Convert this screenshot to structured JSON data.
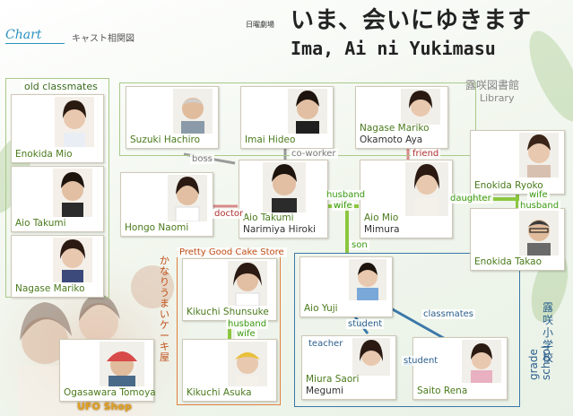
{
  "header": {
    "chart_label": "Chart",
    "chart_sub": "キャスト相関図",
    "jp_small": "日曜劇場",
    "jp_title": "いま、会いにゆきます",
    "romaji_title": "Ima, Ai ni Yukimasu"
  },
  "groups": {
    "old_classmates": "old classmates",
    "library_jp": "露咲図書館",
    "library_en": "Library",
    "cake_store": "Pretty Good Cake Store",
    "cake_store_jp": "かなりうまいケーキ屋",
    "school_en": "grade school",
    "school_jp": "露咲小学校",
    "ufo_shop": "UFO Shop"
  },
  "people": {
    "enokida_mio": "Enokida Mio",
    "aio_takumi_young": "Aio Takumi",
    "nagase_mariko_young": "Nagase Mariko",
    "suzuki_hachiro": "Suzuki Hachiro",
    "imai_hideo": "Imai Hideo",
    "nagase_mariko": "Nagase Mariko",
    "nagase_mariko_actor": "Okamoto Aya",
    "hongo_naomi": "Hongo Naomi",
    "aio_takumi": "Aio Takumi",
    "aio_takumi_actor": "Narimiya Hiroki",
    "aio_mio": "Aio Mio",
    "aio_mio_actor": "Mimura",
    "enokida_ryoko": "Enokida Ryoko",
    "enokida_takao": "Enokida Takao",
    "kikuchi_shunsuke": "Kikuchi Shunsuke",
    "kikuchi_asuka": "Kikuchi Asuka",
    "aio_yuji": "Aio Yuji",
    "miura_saori": "Miura Saori",
    "miura_saori_actor": "Megumi",
    "saito_rena": "Saito Rena",
    "ogasawara_tomoya": "Ogasawara Tomoya"
  },
  "relations": {
    "boss": "boss",
    "coworker": "co-worker",
    "friend": "friend",
    "doctor": "doctor",
    "husband": "husband",
    "wife": "wife",
    "daughter": "daughter",
    "wife2": "wife",
    "husband2": "husband",
    "son": "son",
    "husband3": "husband",
    "wife3": "wife",
    "student": "student",
    "classmates": "classmates",
    "teacher": "teacher",
    "student2": "student"
  },
  "colors": {
    "group_border_green": "#a9c98a",
    "group_border_blue": "#3a78a8",
    "group_border_orange": "#e0803a",
    "line_grey": "#9a9a9a",
    "line_red": "#d88a8a",
    "line_green": "#8cc63f",
    "line_blue": "#3a78a8",
    "name_green": "#4a7a1c"
  }
}
